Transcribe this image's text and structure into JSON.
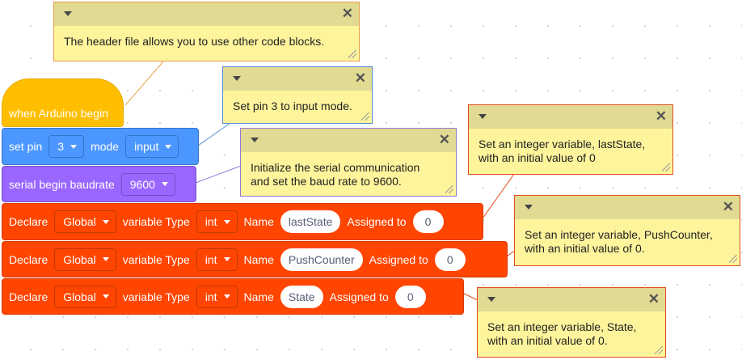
{
  "colors": {
    "hat": "#ffbf00",
    "set_pin": "#4c97ff",
    "serial": "#9966ff",
    "declare": "#ff4500",
    "note_body": "#fef49c",
    "note_bar": "#e0da92"
  },
  "notes": [
    {
      "text": "The header file allows you to use other code blocks.",
      "collapse_icon": "caret-down-icon",
      "close_icon": "close-x-icon"
    },
    {
      "text": "Set pin 3 to input mode.",
      "collapse_icon": "caret-down-icon",
      "close_icon": "close-x-icon"
    },
    {
      "text": "Initialize the serial communication and set the baud rate to 9600.",
      "collapse_icon": "caret-down-icon",
      "close_icon": "close-x-icon"
    },
    {
      "text": "Set an integer variable, lastState, with an initial value of 0",
      "collapse_icon": "caret-down-icon",
      "close_icon": "close-x-icon"
    },
    {
      "text": "Set an integer variable, PushCounter, with an initial value of 0.",
      "collapse_icon": "caret-down-icon",
      "close_icon": "close-x-icon"
    },
    {
      "text": "Set an integer variable, State, with an initial value of 0.",
      "collapse_icon": "caret-down-icon",
      "close_icon": "close-x-icon"
    }
  ],
  "blocks": {
    "hat": {
      "label": "when Arduino begin"
    },
    "set_pin": {
      "label": "set pin",
      "pin": "3",
      "mode_label": "mode",
      "mode": "input"
    },
    "serial": {
      "label": "serial begin baudrate",
      "baud": "9600"
    },
    "declares": [
      {
        "label": "Declare",
        "scope": "Global",
        "type_label": "variable Type",
        "type": "int",
        "name_label": "Name",
        "name": "lastState",
        "assigned_label": "Assigned to",
        "value": "0"
      },
      {
        "label": "Declare",
        "scope": "Global",
        "type_label": "variable Type",
        "type": "int",
        "name_label": "Name",
        "name": "PushCounter",
        "assigned_label": "Assigned to",
        "value": "0"
      },
      {
        "label": "Declare",
        "scope": "Global",
        "type_label": "variable Type",
        "type": "int",
        "name_label": "Name",
        "name": "State",
        "assigned_label": "Assigned to",
        "value": "0"
      }
    ]
  }
}
